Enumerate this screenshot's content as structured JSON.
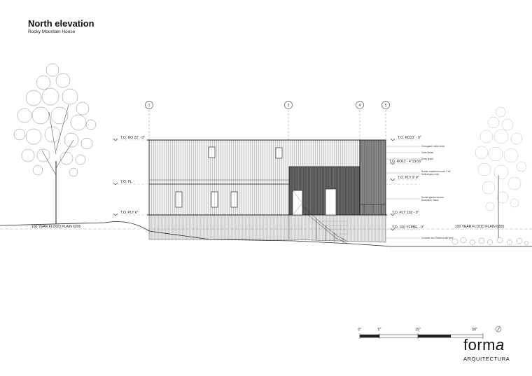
{
  "header": {
    "title": "North elevation",
    "subtitle": "Rocky Mountain House"
  },
  "grid_bubbles": [
    "1",
    "3",
    "4",
    "5"
  ],
  "levels_left": [
    {
      "label": "T.O. RO  22' - 0\""
    },
    {
      "label": "T.O. PL"
    },
    {
      "label": "T.O. PLY    0\""
    }
  ],
  "levels_right": [
    {
      "label": "T.O. RO22' - 0\""
    },
    {
      "label": "T.O. RO12 - 4\"13/16\""
    },
    {
      "label": "T.O. PLY 9' 0\""
    },
    {
      "label": "T.O. PLY     102 - 0\""
    },
    {
      "label": "T.O. 100 YFPBE - 0\""
    }
  ],
  "notes_right": [
    "Corrugated metal sheet",
    "Gutter finish",
    "Snow guard",
    "Router chamfered wood 1\"x6\"",
    "Vertical grey color",
    "Double glazed window",
    "Aluminium, Black",
    "Concrete w/o Finished with grey"
  ],
  "flood_left": "100 YEAR FLOOD PLAIN 6205",
  "flood_right": "100 YEAR FLOOD PLAIN  6205",
  "scale": {
    "ticks": [
      "0\"",
      "5\"",
      "15\"",
      "30\""
    ]
  },
  "brand": {
    "name_main": "form",
    "name_accent": "a",
    "sub": "ARQUITECTURA"
  }
}
